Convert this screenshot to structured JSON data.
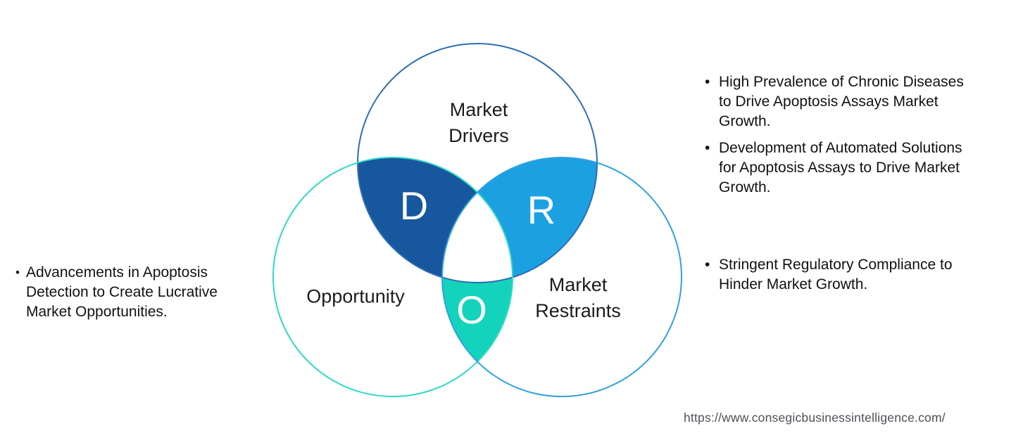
{
  "page": {
    "background": "#ffffff"
  },
  "venn": {
    "circles": [
      {
        "id": "drivers",
        "label": "Market\nDrivers",
        "outline_color": "#2d6cb3"
      },
      {
        "id": "opportunity",
        "label": "Opportunity",
        "outline_color": "#2ed9c3"
      },
      {
        "id": "restraints",
        "label": "Market\nRestraints",
        "outline_color": "#2ea2de"
      }
    ],
    "lenses": [
      {
        "id": "drivers-opportunity",
        "letter": "D",
        "fill": "#16579e"
      },
      {
        "id": "drivers-restraints",
        "letter": "R",
        "fill": "#1ba1e2"
      },
      {
        "id": "opportunity-restraints",
        "letter": "O",
        "fill": "#14d3bd"
      }
    ]
  },
  "notes": {
    "bullet": "•",
    "drivers": [
      "High Prevalence of Chronic Diseases\nto Drive Apoptosis Assays Market\nGrowth.",
      "Development of Automated Solutions\nfor Apoptosis Assays to Drive Market\nGrowth."
    ],
    "restraints": [
      "Stringent Regulatory Compliance to\nHinder Market Growth."
    ],
    "opportunity": [
      "Advancements in Apoptosis\nDetection to Create Lucrative\nMarket Opportunities."
    ]
  },
  "footer": {
    "url": "https://www.consegicbusinessintelligence.com/"
  }
}
